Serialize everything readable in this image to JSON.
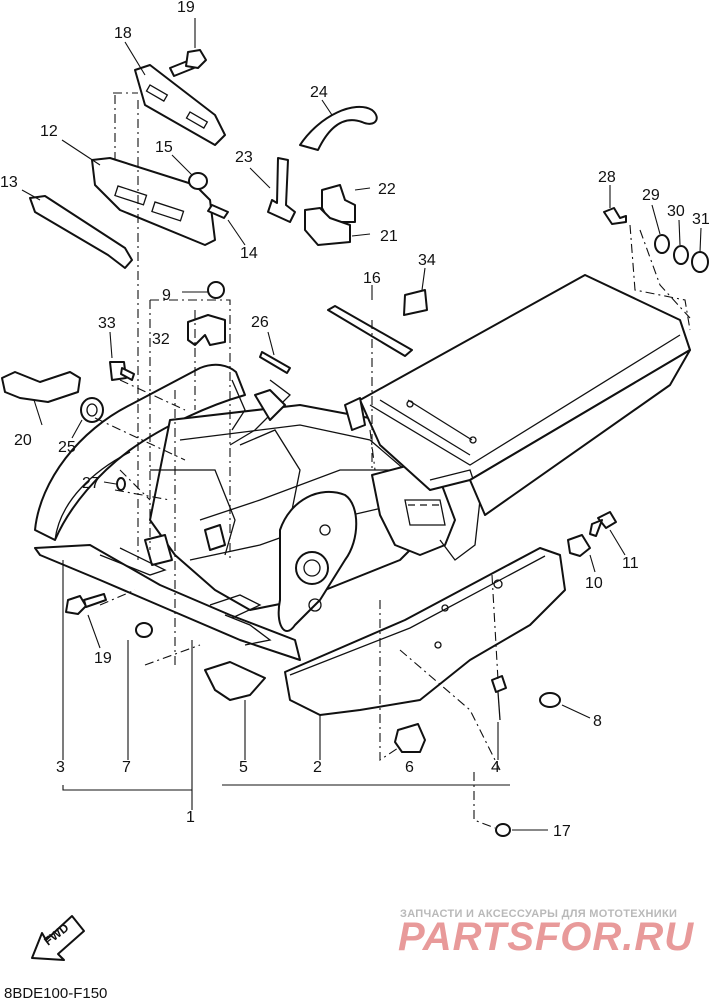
{
  "diagram": {
    "callouts": [
      "1",
      "2",
      "3",
      "4",
      "5",
      "6",
      "7",
      "8",
      "9",
      "10",
      "11",
      "12",
      "13",
      "14",
      "15",
      "16",
      "17",
      "18",
      "19",
      "19",
      "20",
      "21",
      "22",
      "23",
      "24",
      "25",
      "26",
      "27",
      "28",
      "29",
      "30",
      "31",
      "32",
      "33",
      "34"
    ],
    "fwd_label": "FWD",
    "drawing_code": "8BDE100-F150"
  },
  "watermark": {
    "tagline": "ЗАПЧАСТИ И АКСЕССУАРЫ ДЛЯ МОТОТЕХНИКИ",
    "brand": "PARTSFOR.RU"
  }
}
